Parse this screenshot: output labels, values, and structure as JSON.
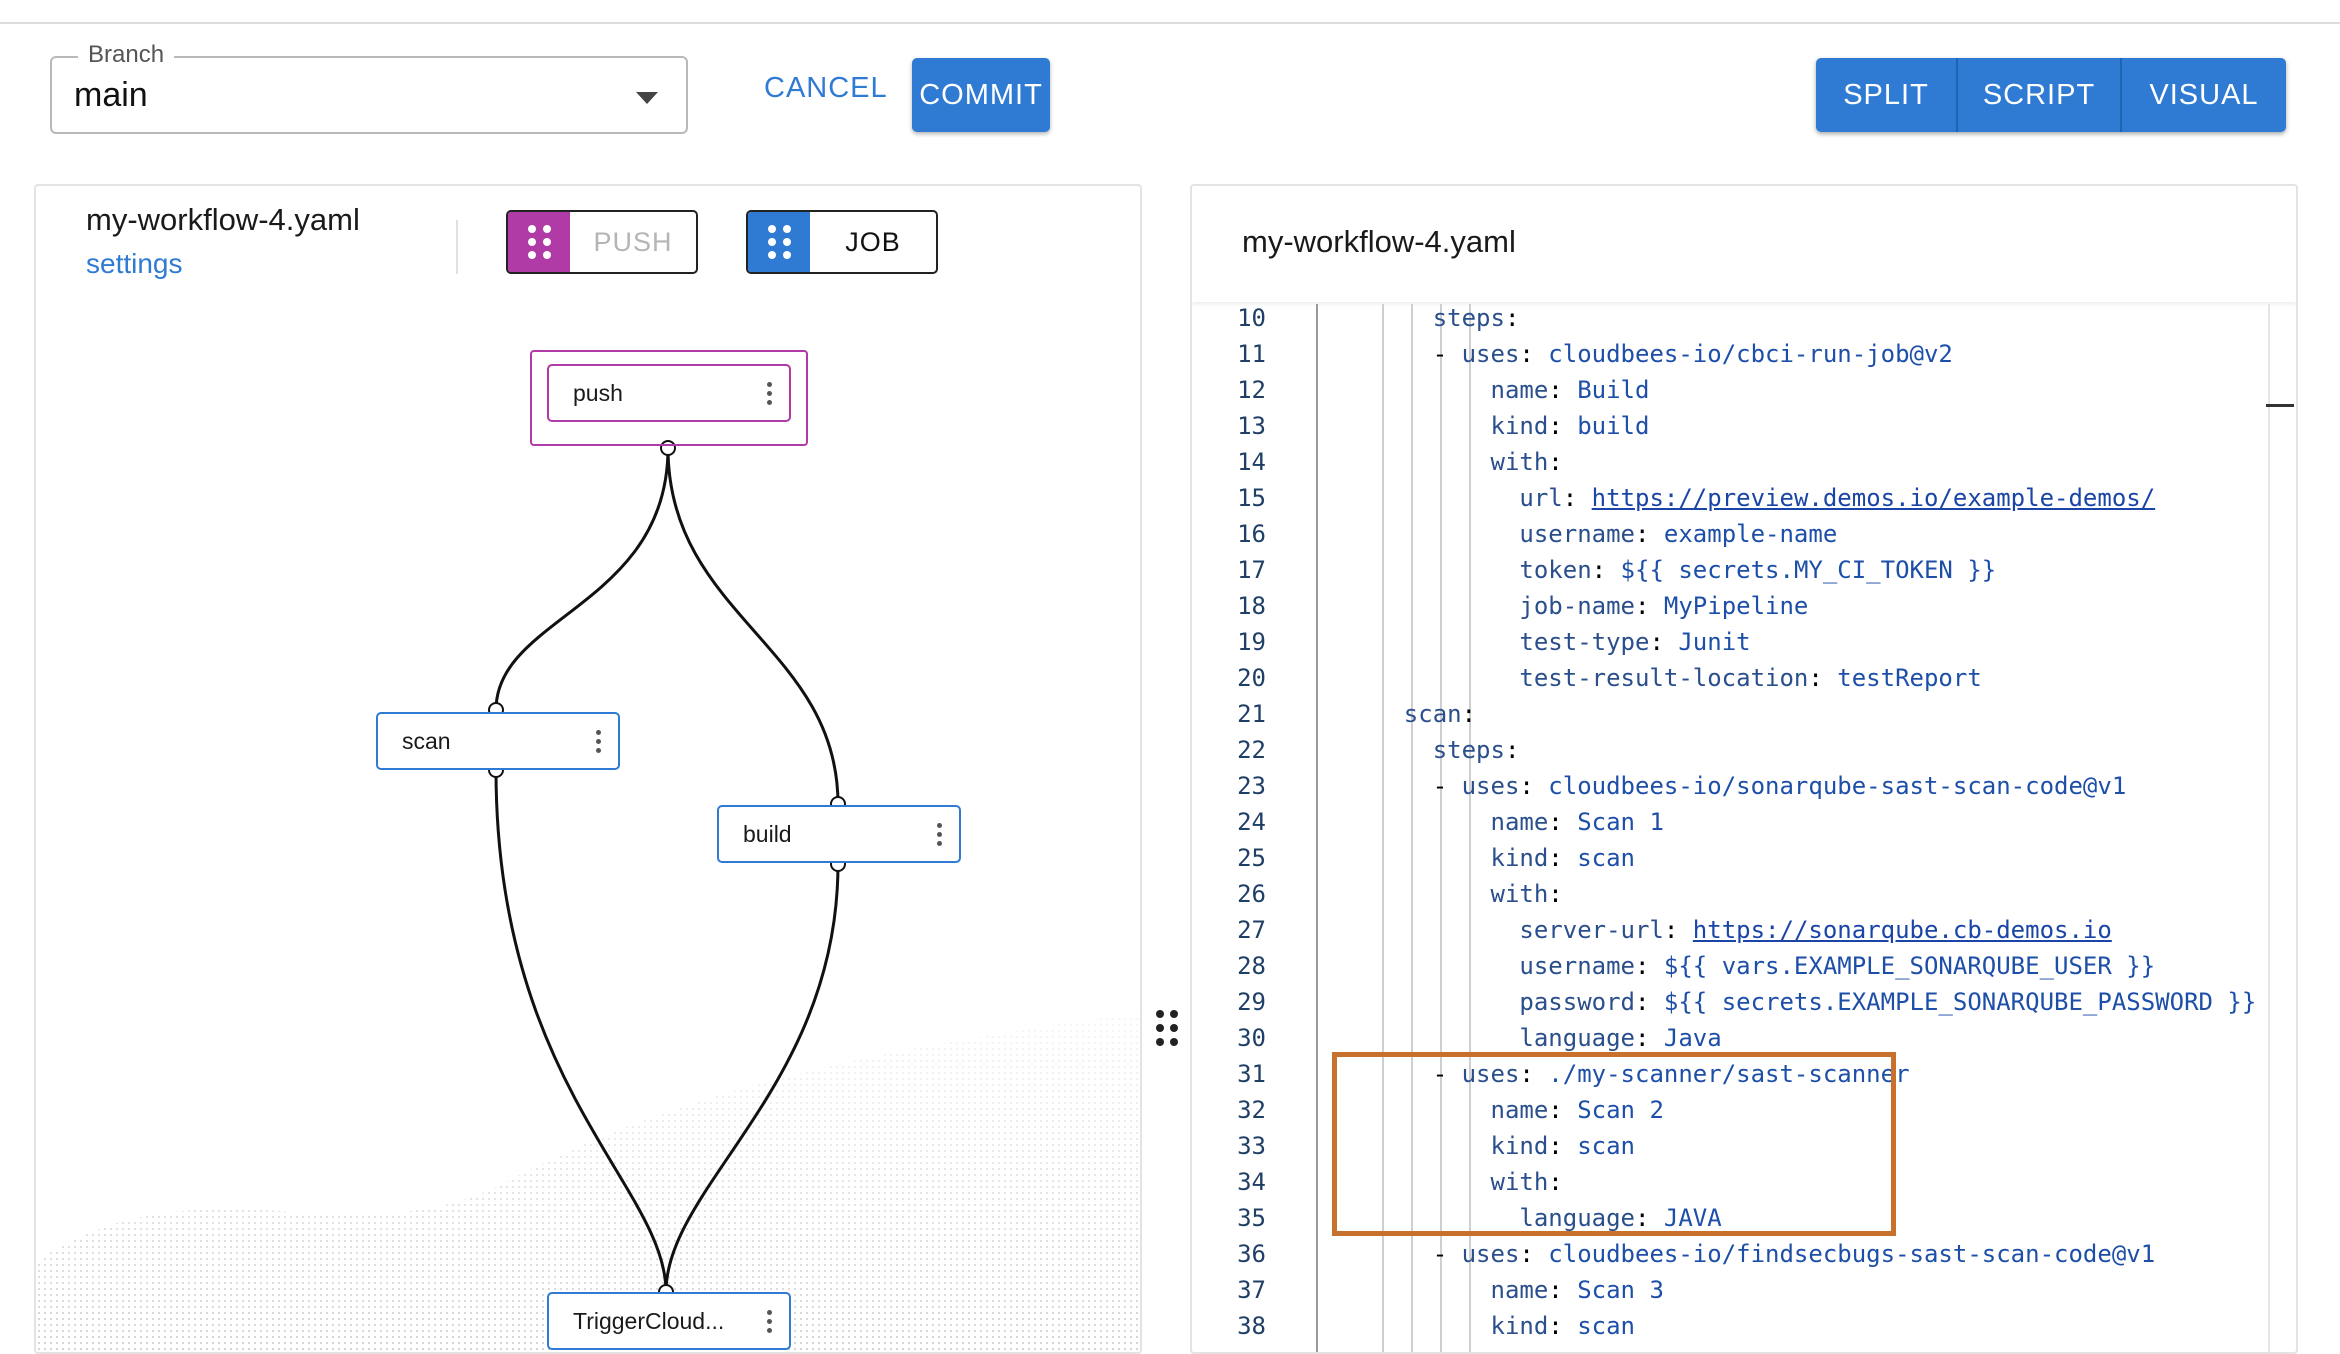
{
  "branch": {
    "legend": "Branch",
    "value": "main"
  },
  "toolbar": {
    "cancel": "CANCEL",
    "commit": "COMMIT"
  },
  "views": [
    "SPLIT",
    "SCRIPT",
    "VISUAL"
  ],
  "left_panel": {
    "file_name": "my-workflow-4.yaml",
    "settings_link": "settings",
    "chips": [
      {
        "label": "PUSH",
        "accent": "#b03aa6",
        "active": false
      },
      {
        "label": "JOB",
        "accent": "#2f7bd4",
        "active": true
      }
    ],
    "nodes": [
      {
        "id": "push",
        "label": "push"
      },
      {
        "id": "scan",
        "label": "scan"
      },
      {
        "id": "build",
        "label": "build"
      },
      {
        "id": "trigger",
        "label": "TriggerCloud..."
      }
    ]
  },
  "right_panel": {
    "file_name": "my-workflow-4.yaml",
    "code_lines": [
      {
        "n": "10",
        "indent": 6,
        "key": "steps",
        "val": ""
      },
      {
        "n": "11",
        "indent": 8,
        "dash": true,
        "key": "uses",
        "val": "cloudbees-io/cbci-run-job@v2"
      },
      {
        "n": "12",
        "indent": 10,
        "key": "name",
        "val": "Build"
      },
      {
        "n": "13",
        "indent": 10,
        "key": "kind",
        "val": "build"
      },
      {
        "n": "14",
        "indent": 10,
        "key": "with",
        "val": ""
      },
      {
        "n": "15",
        "indent": 12,
        "key": "url",
        "val": "https://preview.demos.io/example-demos/",
        "url": true
      },
      {
        "n": "16",
        "indent": 12,
        "key": "username",
        "val": "example-name"
      },
      {
        "n": "17",
        "indent": 12,
        "key": "token",
        "val": "${{ secrets.MY_CI_TOKEN }}"
      },
      {
        "n": "18",
        "indent": 12,
        "key": "job-name",
        "val": "MyPipeline"
      },
      {
        "n": "19",
        "indent": 12,
        "key": "test-type",
        "val": "Junit"
      },
      {
        "n": "20",
        "indent": 12,
        "key": "test-result-location",
        "val": "testReport"
      },
      {
        "n": "21",
        "indent": 4,
        "key": "scan",
        "val": ""
      },
      {
        "n": "22",
        "indent": 6,
        "key": "steps",
        "val": ""
      },
      {
        "n": "23",
        "indent": 8,
        "dash": true,
        "key": "uses",
        "val": "cloudbees-io/sonarqube-sast-scan-code@v1"
      },
      {
        "n": "24",
        "indent": 10,
        "key": "name",
        "val": "Scan 1"
      },
      {
        "n": "25",
        "indent": 10,
        "key": "kind",
        "val": "scan"
      },
      {
        "n": "26",
        "indent": 10,
        "key": "with",
        "val": ""
      },
      {
        "n": "27",
        "indent": 12,
        "key": "server-url",
        "val": "https://sonarqube.cb-demos.io",
        "url": true
      },
      {
        "n": "28",
        "indent": 12,
        "key": "username",
        "val": "${{ vars.EXAMPLE_SONARQUBE_USER }}"
      },
      {
        "n": "29",
        "indent": 12,
        "key": "password",
        "val": "${{ secrets.EXAMPLE_SONARQUBE_PASSWORD }}"
      },
      {
        "n": "30",
        "indent": 12,
        "key": "language",
        "val": "Java"
      },
      {
        "n": "31",
        "indent": 8,
        "dash": true,
        "key": "uses",
        "val": "./my-scanner/sast-scanner"
      },
      {
        "n": "32",
        "indent": 10,
        "key": "name",
        "val": "Scan 2"
      },
      {
        "n": "33",
        "indent": 10,
        "key": "kind",
        "val": "scan"
      },
      {
        "n": "34",
        "indent": 10,
        "key": "with",
        "val": ""
      },
      {
        "n": "35",
        "indent": 12,
        "key": "language",
        "val": "JAVA"
      },
      {
        "n": "36",
        "indent": 8,
        "dash": true,
        "key": "uses",
        "val": "cloudbees-io/findsecbugs-sast-scan-code@v1"
      },
      {
        "n": "37",
        "indent": 10,
        "key": "name",
        "val": "Scan 3"
      },
      {
        "n": "38",
        "indent": 10,
        "key": "kind",
        "val": "scan"
      }
    ]
  },
  "colors": {
    "primary": "#2f7bd4",
    "trigger_accent": "#b03aa6",
    "highlight": "#c8712c"
  }
}
